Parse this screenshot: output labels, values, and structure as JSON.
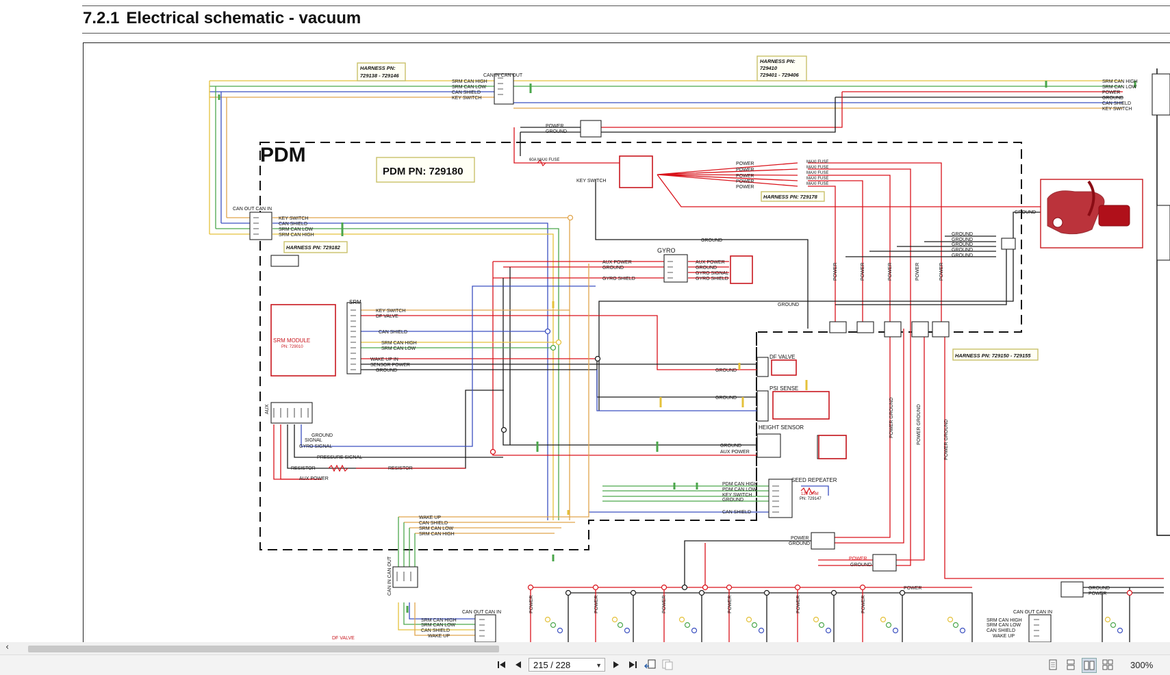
{
  "document": {
    "section_number": "7.2.1",
    "section_title": "Electrical schematic - vacuum"
  },
  "diagram": {
    "pdm_title": "PDM",
    "pdm_pn": "PDM PN: 729180",
    "harness_1": {
      "line1": "HARNESS PN:",
      "line2": "729138 - 729146"
    },
    "harness_2": {
      "line1": "HARNESS PN:",
      "line2": "729410",
      "line3": "729401 - 729406"
    },
    "harness_3": "HARNESS PN: 729182",
    "harness_4": "HARNESS PN: 729178",
    "harness_5": "HARNESS PN: 729150 - 729155",
    "top_signals": [
      "SRM CAN HIGH",
      "SRM CAN LOW",
      "CAN SHIELD",
      "KEY SWITCH"
    ],
    "right_signals": [
      "SRM CAN HIGH",
      "SRM CAN LOW",
      "POWER",
      "GROUND",
      "CAN SHIELD",
      "KEY SWITCH"
    ],
    "can_top": "CAN IN  CAN OUT",
    "can_left": "CAN OUT  CAN IN",
    "left_signals": [
      "KEY SWITCH",
      "CAN SHIELD",
      "SRM CAN LOW",
      "SRM CAN HIGH"
    ],
    "power": "POWER",
    "ground": "GROUND",
    "main_fuse": "60A MAXI FUSE",
    "key_switch": "KEY SWITCH",
    "maxi_fuses": [
      "POWER",
      "POWER",
      "POWER",
      "POWER",
      "POWER"
    ],
    "maxi_fuse_label": "MAXI FUSE",
    "gyro_title": "GYRO",
    "gyro_left": [
      "AUX POWER",
      "GROUND",
      "GYRO SHIELD"
    ],
    "gyro_right": [
      "AUX POWER",
      "GROUND",
      "GYRO SIGNAL",
      "GYRO SHIELD"
    ],
    "srm_title": "SRM",
    "srm_module": "SRM MODULE",
    "srm_pn": "PN: 729010",
    "srm_signals": [
      "KEY SWITCH",
      "DF VALVE",
      "CAN SHIELD",
      "SRM CAN HIGH",
      "SRM CAN LOW",
      "WAKE UP IN",
      "SENSOR POWER",
      "GROUND"
    ],
    "aux_label": "AUX",
    "aux_signals": [
      "GROUND",
      "SIGNAL",
      "GYRO SIGNAL",
      "PRESSURE SIGNAL",
      "RESISTOR",
      "AUX POWER"
    ],
    "resistor": "RESISTOR",
    "df_valve": "DF VALVE",
    "psi_sense": "PSI SENSE",
    "height_sensor": "HEIGHT SENSOR",
    "seed_repeater": "SEED REPEATER",
    "seed_signals": [
      "PDM CAN HIGH",
      "PDM CAN LOW",
      "KEY SWITCH",
      "GROUND"
    ],
    "seed_pn": "PN: 729147",
    "seed_ohm": "120 OHM",
    "bottom_can": "CAN IN CAN OUT",
    "bottom_signals": [
      "WAKE UP",
      "CAN SHIELD",
      "SRM CAN LOW",
      "SRM CAN HIGH"
    ],
    "bottom_row_signals": [
      "SRM CAN HIGH",
      "SRM CAN LOW",
      "CAN SHIELD",
      "WAKE UP"
    ],
    "can_out_in": "CAN OUT  CAN IN",
    "fan_ground": [
      "GROUND",
      "GROUND",
      "GROUND",
      "GROUND",
      "GROUND"
    ],
    "power_ground": "POWER GROUND",
    "right_bottom": [
      "GROUND",
      "POWER"
    ]
  },
  "toolbar": {
    "page_value": "215 / 228",
    "zoom": "300%",
    "scroll_left": "‹"
  },
  "colors": {
    "power": "#d9121a",
    "ground": "#1a1a1a",
    "can_high": "#e4c13a",
    "can_low": "#4aa64a",
    "shield": "#3a4fc0",
    "key": "#e0a44a",
    "module_border": "#c8161d",
    "harness_box": "#c9c06a"
  }
}
